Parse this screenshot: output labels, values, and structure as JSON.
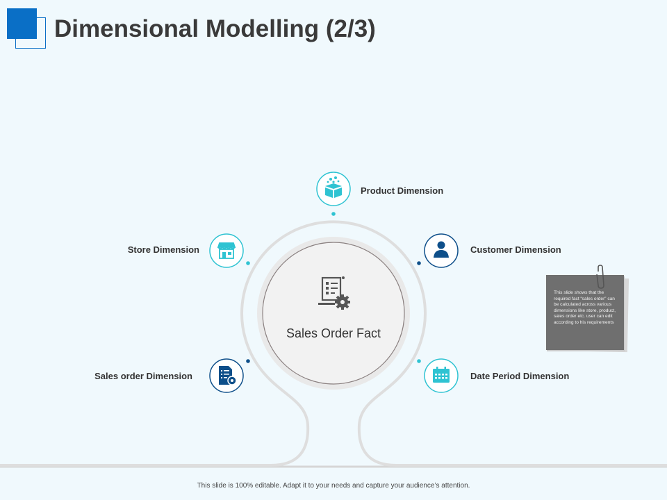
{
  "slide": {
    "title": "Dimensional Modelling (2/3)",
    "footer": "This slide is 100% editable. Adapt it to your needs and capture your audience’s attention."
  },
  "diagram": {
    "center": {
      "label": "Sales Order Fact",
      "icon": "report-gear-icon"
    },
    "dimensions": [
      {
        "id": "product",
        "label": "Product Dimension",
        "icon": "box-icon"
      },
      {
        "id": "store",
        "label": "Store Dimension",
        "icon": "storefront-icon"
      },
      {
        "id": "customer",
        "label": "Customer Dimension",
        "icon": "user-icon"
      },
      {
        "id": "sales-order",
        "label": "Sales order Dimension",
        "icon": "document-gear-icon"
      },
      {
        "id": "date-period",
        "label": "Date Period Dimension",
        "icon": "calendar-icon"
      }
    ]
  },
  "note": {
    "text": "This slide shows that the required fact “sales order” can be calculated across various dimensions like store, product, sales order etc. user can edit according to his requirements",
    "icon": "paperclip-icon"
  },
  "colors": {
    "accent": "#0a6fc6",
    "teal": "#2fc3d2",
    "navy": "#0e4f8a",
    "ring": "#dcdcdc"
  }
}
